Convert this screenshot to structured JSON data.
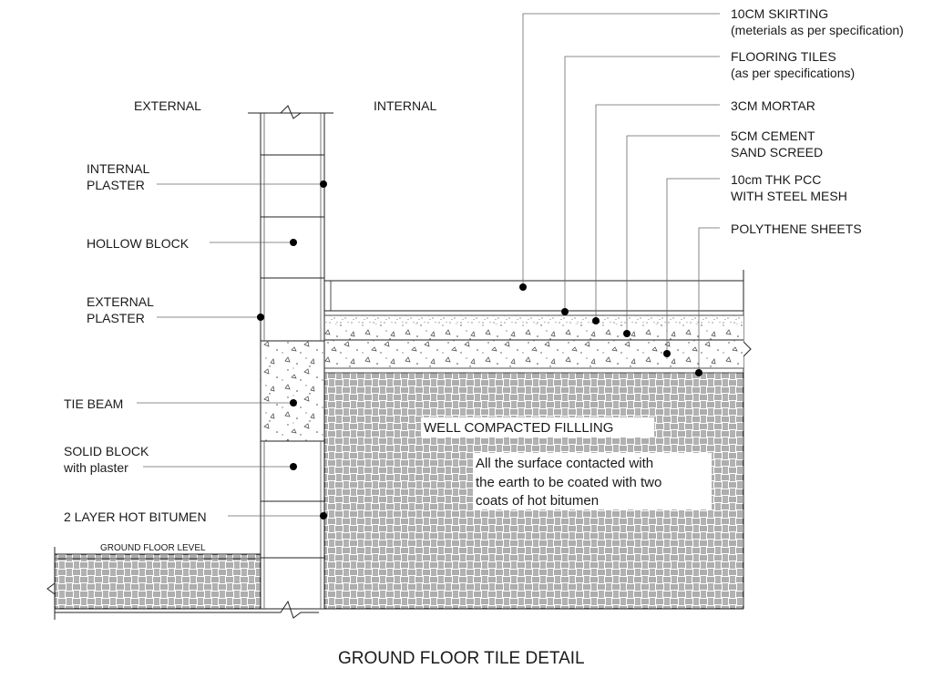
{
  "drawing": {
    "title": "GROUND FLOOR TILE DETAIL",
    "side_labels": {
      "external": "EXTERNAL",
      "internal": "INTERNAL"
    },
    "left_callouts": {
      "internal_plaster": [
        "INTERNAL",
        "PLASTER"
      ],
      "hollow_block": "HOLLOW BLOCK",
      "external_plaster": [
        "EXTERNAL",
        "PLASTER"
      ],
      "tie_beam": "TIE BEAM",
      "solid_block": [
        "SOLID BLOCK",
        "with plaster"
      ],
      "bitumen": "2 LAYER HOT BITUMEN"
    },
    "right_callouts": {
      "skirting": [
        "10CM SKIRTING",
        "(meterials as per specification)"
      ],
      "flooring_tiles": [
        "FLOORING TILES",
        "(as per specifications)"
      ],
      "mortar": "3CM MORTAR",
      "screed": [
        "5CM CEMENT",
        "SAND SCREED"
      ],
      "pcc": [
        "10cm THK PCC",
        "WITH STEEL MESH"
      ],
      "polythene": "POLYTHENE SHEETS"
    },
    "ground_floor_level": "GROUND FLOOR LEVEL",
    "filling_label": "WELL COMPACTED FILLLING",
    "bitumen_note": [
      "All the surface contacted with",
      "the earth to be coated with two",
      "coats of hot bitumen"
    ]
  }
}
